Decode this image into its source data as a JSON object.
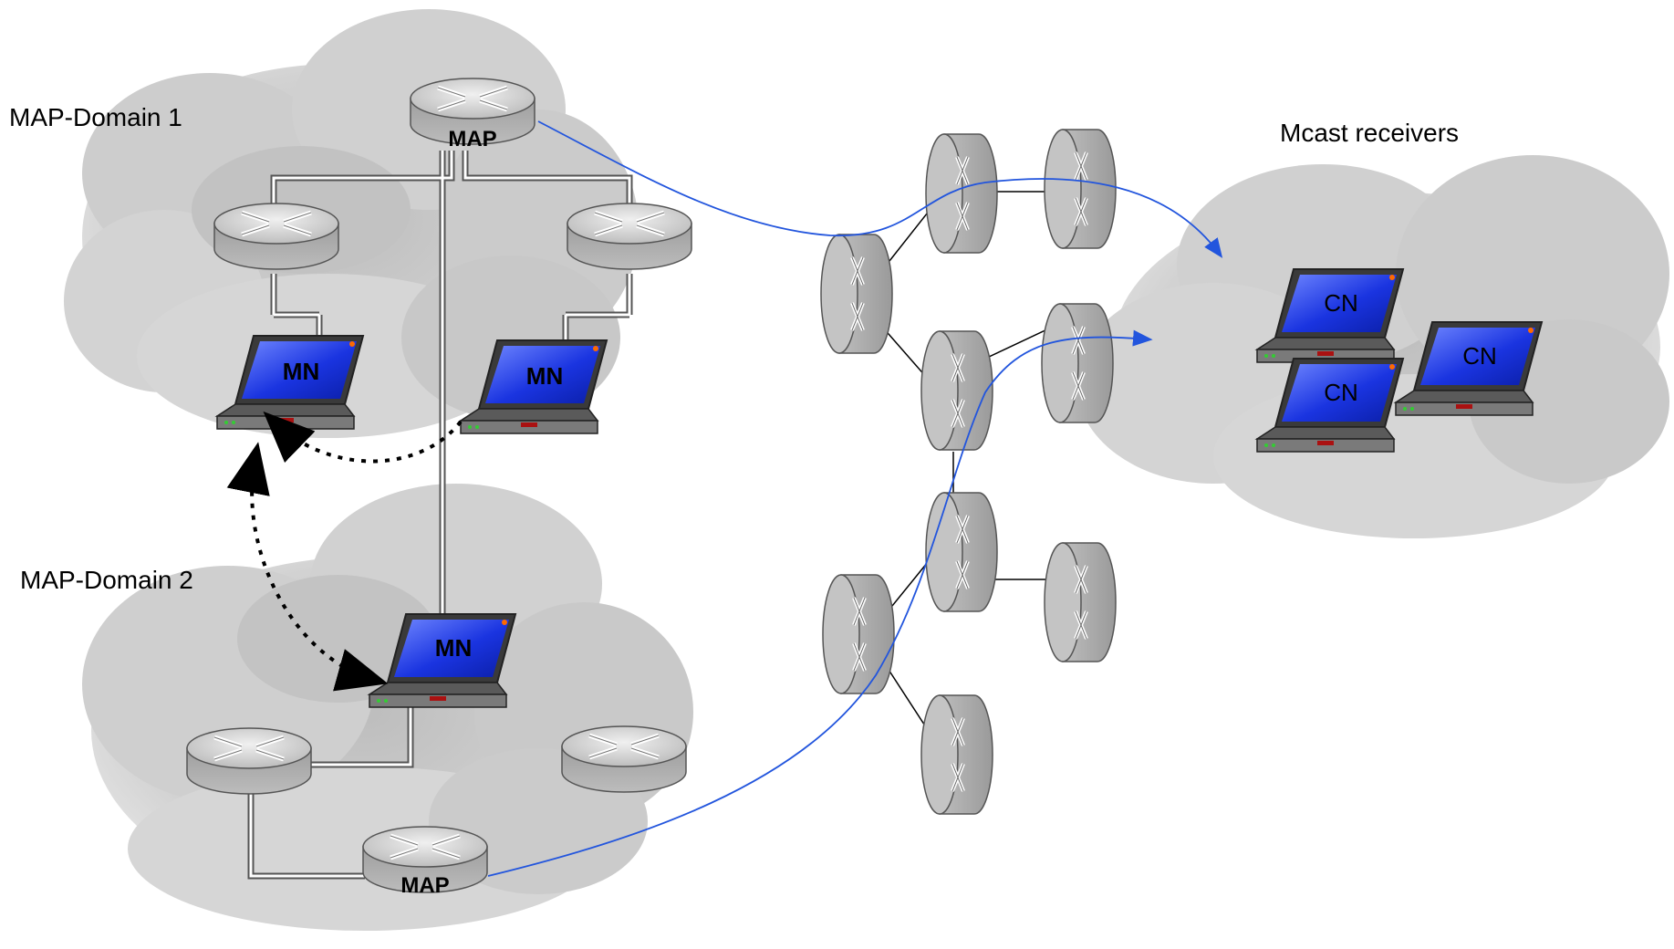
{
  "labels": {
    "domain1": "MAP-Domain 1",
    "domain2": "MAP-Domain 2",
    "receivers": "Mcast receivers"
  },
  "devices": {
    "map": "MAP",
    "mn": "MN",
    "cn": "CN"
  },
  "colors": {
    "cloud": "#d4d4d4",
    "router": "#c0c0c0",
    "screen": "#1a2fd8",
    "mcast_path": "#2255dd"
  }
}
